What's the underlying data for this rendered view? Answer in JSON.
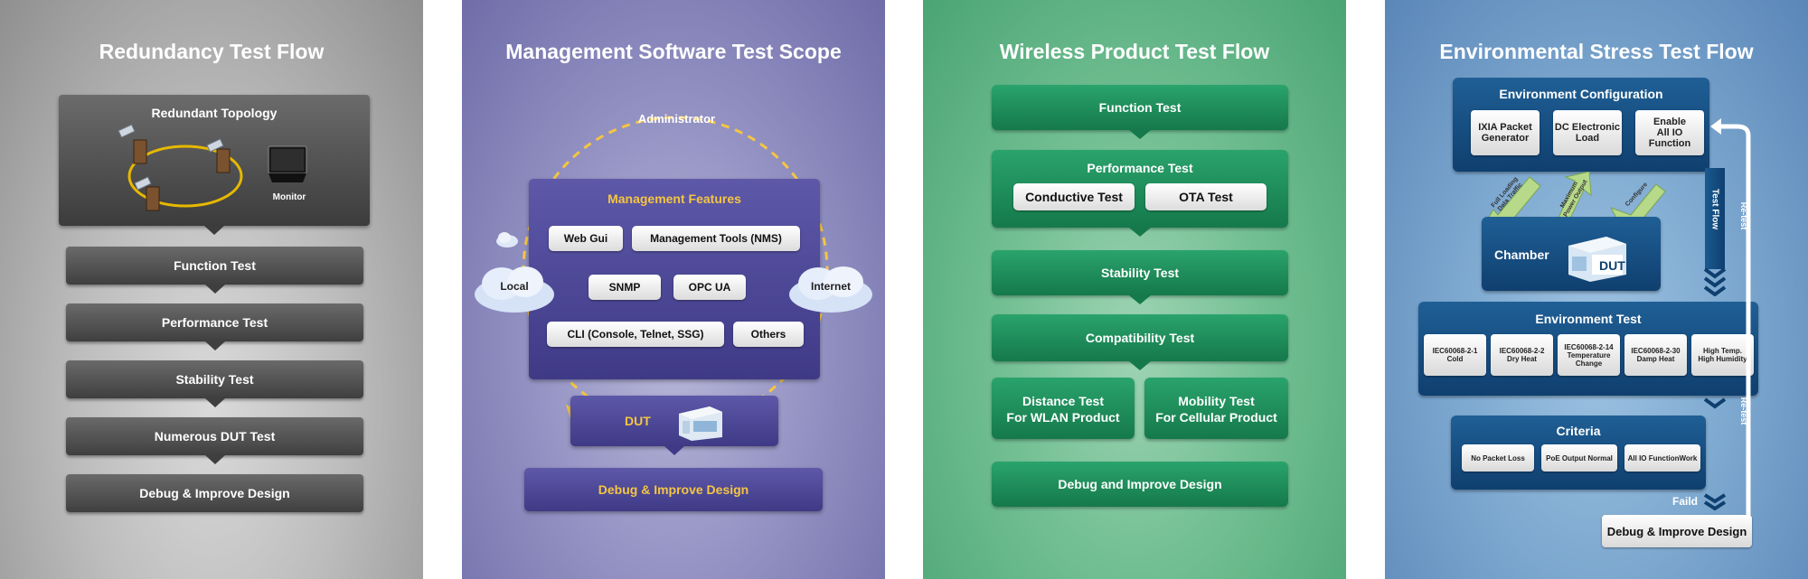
{
  "panel1": {
    "title": "Redundancy Test Flow",
    "topology_title": "Redundant Topology",
    "monitor_label": "Monitor",
    "steps": [
      "Function Test",
      "Performance Test",
      "Stability Test",
      "Numerous DUT Test",
      "Debug & Improve Design"
    ]
  },
  "panel2": {
    "title": "Management Software Test Scope",
    "administrator": "Administrator",
    "features_title": "Management Features",
    "features": [
      "Web Gui",
      "Management Tools (NMS)",
      "SNMP",
      "OPC UA",
      "CLI (Console, Telnet, SSG)",
      "Others"
    ],
    "local": "Local",
    "internet": "Internet",
    "dut": "DUT",
    "debug": "Debug & Improve Design",
    "accent_color": "#f5c542"
  },
  "panel3": {
    "title": "Wireless Product Test Flow",
    "function": "Function Test",
    "performance": "Performance Test",
    "conductive": "Conductive Test",
    "ota": "OTA Test",
    "stability": "Stability Test",
    "compatibility": "Compatibility Test",
    "distance_l1": "Distance Test",
    "distance_l2": "For WLAN Product",
    "mobility_l1": "Mobility Test",
    "mobility_l2": "For Cellular Product",
    "debug": "Debug and Improve Design"
  },
  "panel4": {
    "title": "Environmental Stress Test Flow",
    "env_config": "Environment Configuration",
    "ixia_l1": "IXIA Packet",
    "ixia_l2": "Generator",
    "dc_l1": "DC Electronic",
    "dc_l2": "Load",
    "enable_l1": "Enable",
    "enable_l2": "All IO Function",
    "arrow_full_l1": "Full Loading",
    "arrow_full_l2": "Data Traffic",
    "arrow_max_l1": "Maximum",
    "arrow_max_l2": "Power Output",
    "arrow_cfg": "Configure",
    "test_flow": "Test Flow",
    "chamber": "Chamber",
    "dut": "DUT",
    "env_test": "Environment Test",
    "tests": [
      {
        "l1": "IEC60068-2-1",
        "l2": "Cold",
        "l3": ""
      },
      {
        "l1": "IEC60068-2-2",
        "l2": "Dry Heat",
        "l3": ""
      },
      {
        "l1": "IEC60068-2-14",
        "l2": "Temperature",
        "l3": "Change"
      },
      {
        "l1": "IEC60068-2-30",
        "l2": "Damp Heat",
        "l3": ""
      },
      {
        "l1": "High Temp.",
        "l2": "High Humidity",
        "l3": ""
      }
    ],
    "criteria": "Criteria",
    "criteria_items": [
      "No Packet Loss",
      "PoE Output Normal",
      "All IO FunctionWork"
    ],
    "faild": "Faild",
    "retest1": "Re-test",
    "retest2": "Re-test",
    "debug": "Debug & Improve Design"
  }
}
